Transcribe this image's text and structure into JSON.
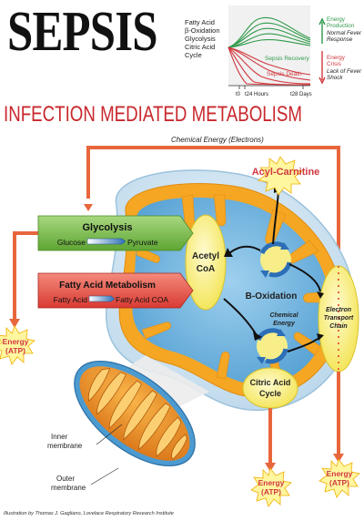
{
  "header": {
    "title": "SEPSIS",
    "subtitle": "INFECTION MEDIATED METABOLISM"
  },
  "inset_chart": {
    "metabolic_labels": [
      "Fatty Acid",
      "β-Oxidation",
      "Glycolysis",
      "Citric Acid",
      "Cycle"
    ],
    "curve_labels": {
      "recovery": "Sepsis Recovery",
      "death": "Sepsis Death"
    },
    "x_ticks": [
      "t0",
      "t24 Hours",
      "t28 Days"
    ],
    "legend": {
      "up_title_1": "Energy",
      "up_title_2": "Production",
      "up_sub_1": "Normal Fever",
      "up_sub_2": "Response",
      "down_title_1": "Energy",
      "down_title_2": "Crisis",
      "down_sub_1": "Lack of Fever",
      "down_sub_2": "Shock"
    },
    "colors": {
      "recovery": "#2f9a4a",
      "death": "#d0383f"
    }
  },
  "diagram": {
    "chemical_energy_electrons": "Chemical Energy (Electrons)",
    "acyl_carnitine": "Acyl-Carnitine",
    "glycolysis": {
      "title": "Glycolysis",
      "from": "Glucose",
      "to": "Pyruvate"
    },
    "fatty_acid": {
      "title": "Fatty Acid Metabolism",
      "from": "Fatty Acid",
      "to": "Fatty Acid COA"
    },
    "acetyl_coa_1": "Acetyl",
    "acetyl_coa_2": "CoA",
    "b_oxidation": "B-Oxidation",
    "chemical_energy_1": "Chemical",
    "chemical_energy_2": "Energy",
    "etc_1": "Electron",
    "etc_2": "Transport",
    "etc_3": "Chain",
    "citric_1": "Citric Acid",
    "citric_2": "Cycle",
    "energy": "Energy",
    "atp": "(ATP)",
    "inner_1": "Inner",
    "inner_2": "membrane",
    "outer_1": "Outer",
    "outer_2": "membrane",
    "colors": {
      "arrow": "#e8663c",
      "matrix": "#7bbde0",
      "cristae": "#f5a623",
      "glycolysis": "#6db33f",
      "fatty": "#e23c3c"
    }
  },
  "credit": "Illustration by Thomas J. Gagliano, Lovelace Respiratory Research Institute"
}
